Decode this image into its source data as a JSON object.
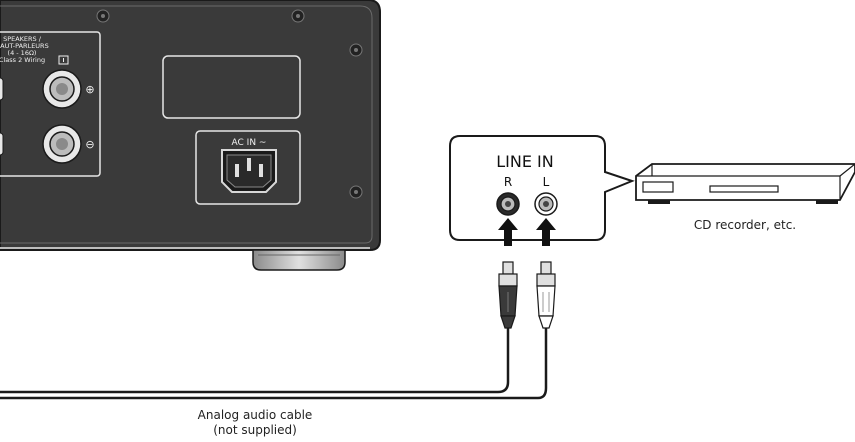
{
  "amp": {
    "speaker_label_lines": [
      "SPEAKERS /",
      "HAUT-PARLEURS",
      "(4 - 16Ω)",
      "Class 2 Wiring"
    ],
    "plus_sign": "⊕",
    "minus_sign": "⊖",
    "ac_in_label": "AC IN ~"
  },
  "line_in_box": {
    "title": "LINE IN",
    "right_channel": "R",
    "left_channel": "L"
  },
  "device_caption": "CD recorder, etc.",
  "cable_caption_line1": "Analog audio cable",
  "cable_caption_line2": "(not supplied)",
  "colors": {
    "panel": "#3c3c3c",
    "outline": "#1a1a1a",
    "light_line": "#e6e6e6"
  }
}
